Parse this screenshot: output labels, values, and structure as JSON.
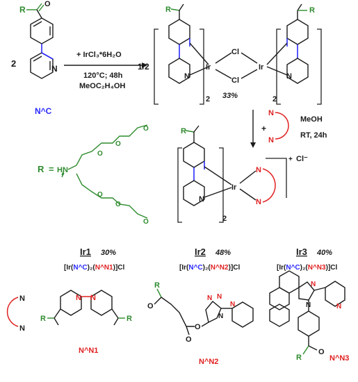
{
  "colors": {
    "black": "#1a1a1a",
    "green": "#2e8b2e",
    "blue": "#2a2aff",
    "red": "#e02020"
  },
  "scheme": {
    "ligand_R": "R",
    "ligand_N": "N",
    "ligand_label": "N^C",
    "ligand_coeff": "2",
    "step1_reagent": "+ IrCl₃*6H₂O",
    "step1_cond1": "120°C; 48h",
    "step1_cond2": "MeOC₂H₄OH",
    "dimer_coeff": "1/2",
    "dimer_R_left": "R",
    "dimer_R_right": "R",
    "dimer_Ir_left": "Ir",
    "dimer_Ir_right": "Ir",
    "dimer_Cl_top": "Cl",
    "dimer_Cl_bottom": "Cl",
    "dimer_N_left": "N",
    "dimer_N_right": "N",
    "dimer_sub_left": "2",
    "dimer_sub_right": "2",
    "dimer_yield": "33%",
    "step2_plus": "+",
    "step2_N_top": "N",
    "step2_N_bottom": "N",
    "step2_solvent": "MeOH",
    "step2_cond": "RT, 24h",
    "product_R": "R",
    "product_Ir": "Ir",
    "product_N_py": "N",
    "product_N_top": "N",
    "product_N_bottom": "N",
    "product_sub": "2",
    "product_charge": "+",
    "product_counterion": "Cl⁻",
    "R_label": "R",
    "R_equals": "=",
    "R_NH": "HN",
    "R_O1": "O",
    "R_O2": "O",
    "R_O3": "O",
    "R_O4": "O",
    "R_O5": "O",
    "R_O6": "O"
  },
  "complexes": [
    {
      "name": "Ir1",
      "yield": "30%",
      "formula_prefix": "[Ir(",
      "formula_nc": "N^C",
      "formula_mid": ")₂(",
      "formula_nn": "N^N1",
      "formula_suffix": ")]Cl",
      "ligand_label": "N^N1"
    },
    {
      "name": "Ir2",
      "yield": "48%",
      "formula_prefix": "[Ir(",
      "formula_nc": "N^C",
      "formula_mid": ")₂(",
      "formula_nn": "N^N2",
      "formula_suffix": ")]Cl",
      "ligand_label": "N^N2"
    },
    {
      "name": "Ir3",
      "yield": "40%",
      "formula_prefix": "[Ir(",
      "formula_nc": "N^C",
      "formula_mid": ")₂(",
      "formula_nn": "N^N3",
      "formula_suffix": ")]Cl",
      "ligand_label": "N^N3"
    }
  ],
  "bottom": {
    "generic_N_top": "N",
    "generic_N_bottom": "N",
    "nn1_N_left": "N",
    "nn1_N_right": "N",
    "nn1_R_left": "R",
    "nn1_R_right": "R",
    "nn2_R": "R",
    "nn2_O_ketone": "O",
    "nn2_O_ester": "O",
    "nn2_O_carbonyl": "O",
    "nn2_N1": "N",
    "nn2_N2": "N",
    "nn2_N3": "N",
    "nn2_Npy": "N",
    "nn3_N_imid": "N",
    "nn3_N_sub": "N",
    "nn3_N_py": "N",
    "nn3_O": "O",
    "nn3_R": "R"
  }
}
